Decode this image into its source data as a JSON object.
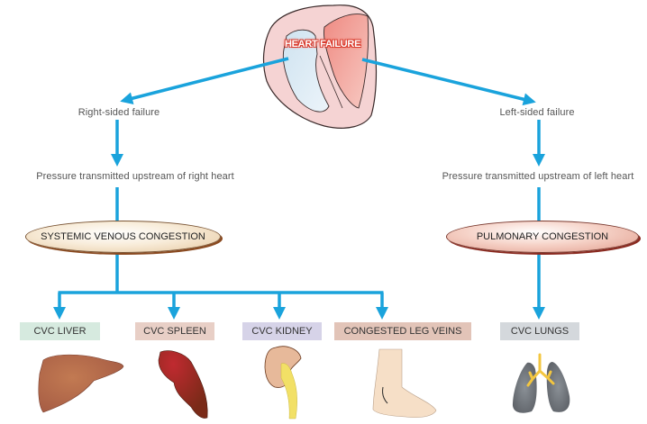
{
  "title": "HEART FAILURE",
  "colors": {
    "arrow": "#1aa3dc",
    "liver_box": "#d6eadf",
    "spleen_box": "#e8cfc6",
    "kidney_box": "#d6d3e8",
    "leg_box": "#e2c4b8",
    "lungs_box": "#d4d8dc"
  },
  "left_branch": {
    "label": "Right-sided failure",
    "pressure": "Pressure transmitted upstream of right heart",
    "congestion": "SYSTEMIC VENOUS CONGESTION",
    "organs": [
      {
        "label": "CVC LIVER",
        "icon": "liver-icon"
      },
      {
        "label": "CVC SPLEEN",
        "icon": "spleen-icon"
      },
      {
        "label": "CVC KIDNEY",
        "icon": "kidney-icon"
      },
      {
        "label": "CONGESTED LEG VEINS",
        "icon": "foot-icon"
      }
    ]
  },
  "right_branch": {
    "label": "Left-sided failure",
    "pressure": "Pressure transmitted upstream of left heart",
    "congestion": "PULMONARY CONGESTION",
    "organs": [
      {
        "label": "CVC LUNGS",
        "icon": "lungs-icon"
      }
    ]
  }
}
